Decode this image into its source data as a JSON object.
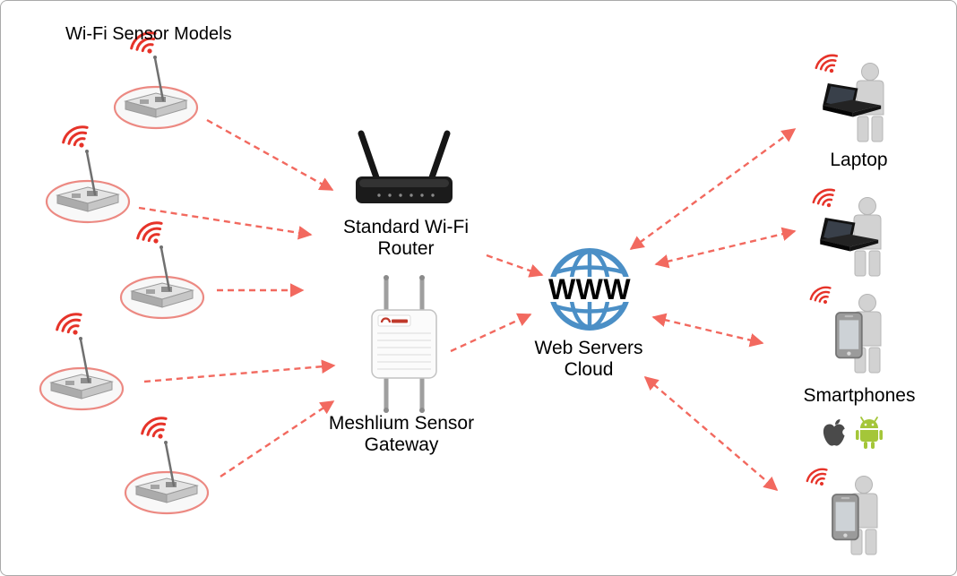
{
  "diagram": {
    "title": "Wi-Fi Sensor Models",
    "nodes": {
      "router": {
        "label": "Standard Wi-Fi\nRouter"
      },
      "gateway": {
        "label": "Meshlium Sensor\nGateway"
      },
      "cloud": {
        "label": "Web Servers\nCloud",
        "globe_text": "WWW"
      },
      "laptop_group": {
        "label": "Laptop"
      },
      "smartphone_group": {
        "label": "Smartphones"
      },
      "sensor_count": 5,
      "laptop_user_count": 2,
      "smartphone_user_count": 2
    },
    "connections": [
      {
        "from": "sensor-1",
        "to": "wifi-router",
        "style": "dashed",
        "bidirectional": false
      },
      {
        "from": "sensor-2",
        "to": "wifi-router",
        "style": "dashed",
        "bidirectional": false
      },
      {
        "from": "sensor-3",
        "to": "meshlium-gateway",
        "style": "dashed",
        "bidirectional": false
      },
      {
        "from": "sensor-4",
        "to": "meshlium-gateway",
        "style": "dashed",
        "bidirectional": false
      },
      {
        "from": "sensor-5",
        "to": "meshlium-gateway",
        "style": "dashed",
        "bidirectional": false
      },
      {
        "from": "wifi-router",
        "to": "web-servers-cloud",
        "style": "dashed",
        "bidirectional": false
      },
      {
        "from": "meshlium-gateway",
        "to": "web-servers-cloud",
        "style": "dashed",
        "bidirectional": false
      },
      {
        "from": "web-servers-cloud",
        "to": "laptop-1",
        "style": "dashed",
        "bidirectional": true
      },
      {
        "from": "web-servers-cloud",
        "to": "laptop-2",
        "style": "dashed",
        "bidirectional": true
      },
      {
        "from": "web-servers-cloud",
        "to": "smartphone-1",
        "style": "dashed",
        "bidirectional": true
      },
      {
        "from": "web-servers-cloud",
        "to": "smartphone-2",
        "style": "dashed",
        "bidirectional": true
      }
    ],
    "colors": {
      "arrow_red": "#f2695f",
      "wifi_red": "#e63329",
      "globe_blue": "#4b8fc6",
      "android_green": "#a4c639",
      "sensor_outline": "#ec8982"
    },
    "icons": {
      "sensor": "wifi-sensor-icon",
      "router": "wifi-router-icon",
      "gateway": "meshlium-gateway-icon",
      "cloud": "globe-www-icon",
      "laptop_user": "laptop-user-icon",
      "smartphone_user": "smartphone-user-icon",
      "apple": "apple-logo-icon",
      "android": "android-logo-icon",
      "wifi": "wifi-signal-icon"
    }
  }
}
